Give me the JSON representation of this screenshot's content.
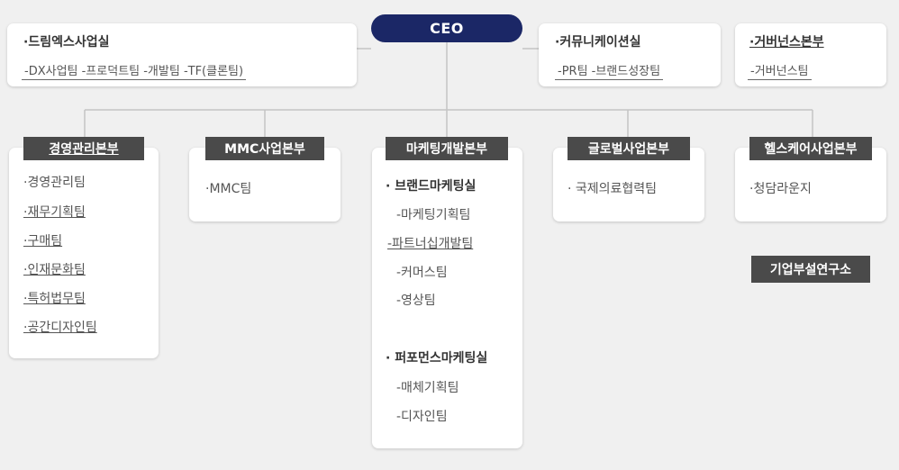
{
  "ceo": "CEO",
  "top_left": {
    "title": "·드림엑스사업실",
    "teams": "-DX사업팀  -프로덕트팀  -개발팀  -TF(클론팀)"
  },
  "top_comm": {
    "title": "·커뮤니케이션실",
    "teams": "-PR팀  -브랜드성장팀"
  },
  "top_gov": {
    "title": "·거버넌스본부",
    "teams": "-거버넌스팀"
  },
  "div_mgmt": {
    "title": "경영관리본부",
    "items": [
      "·경영관리팀",
      "·재무기획팀",
      "·구매팀",
      "·인재문화팀",
      "·특허법무팀",
      "·공간디자인팀"
    ]
  },
  "div_mmc": {
    "title": "MMC사업본부",
    "items": [
      "·MMC팀"
    ]
  },
  "div_mkt": {
    "title": "마케팅개발본부",
    "group1": "· 브랜드마케팅실",
    "group1_items": [
      "-마케팅기획팀",
      "-파트너십개발팀",
      "-커머스팀",
      "-영상팀"
    ],
    "group2": "· 퍼포먼스마케팅실",
    "group2_items": [
      "-매체기획팀",
      "-디자인팀"
    ]
  },
  "div_global": {
    "title": "글로벌사업본부",
    "items": [
      "· 국제의료협력팀"
    ]
  },
  "div_health": {
    "title": "헬스케어사업본부",
    "items": [
      "·청담라운지"
    ]
  },
  "lab": "기업부설연구소",
  "colors": {
    "ceo_bg": "#1b2766",
    "header_bg": "#4a4a4a",
    "background": "#f0f0f0",
    "connector": "#c4c4c4"
  }
}
